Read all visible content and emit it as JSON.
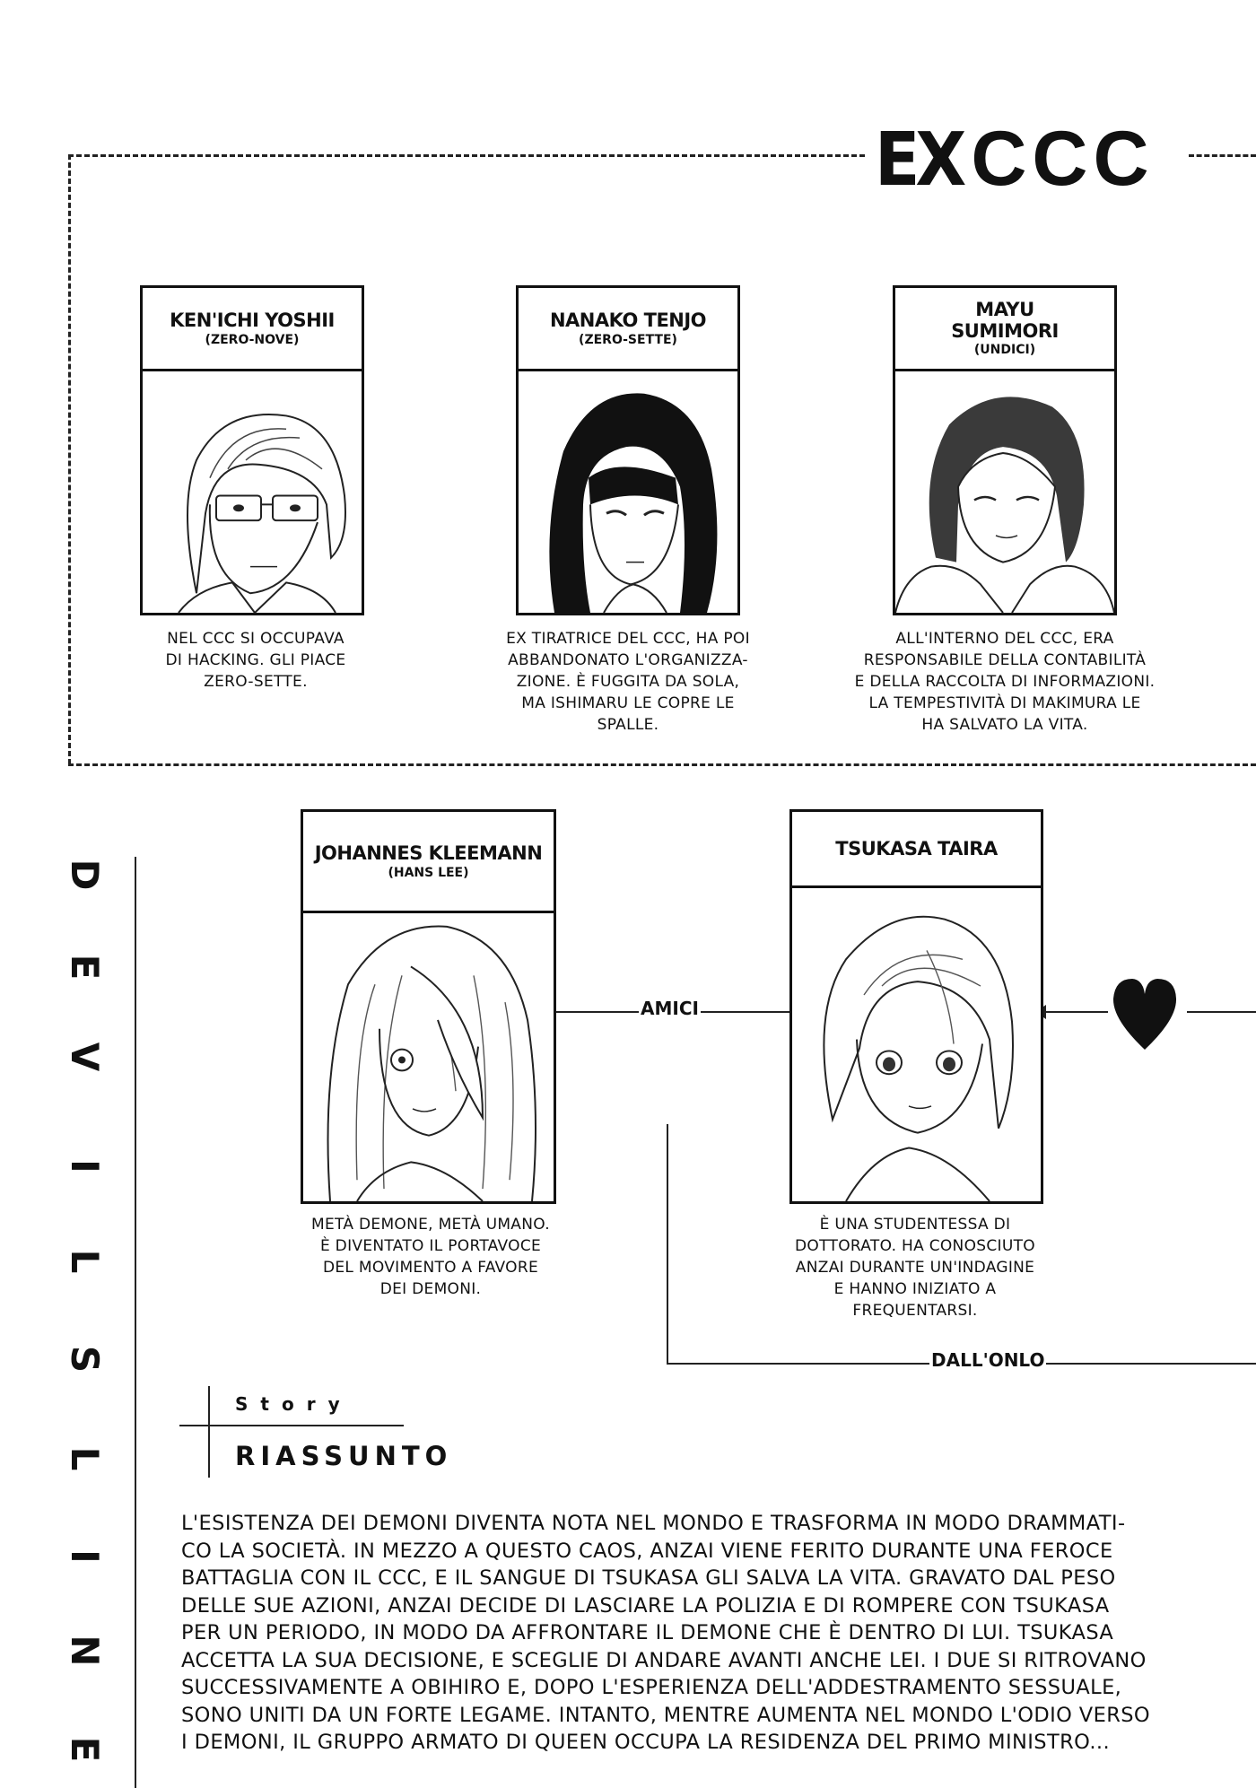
{
  "section": {
    "ex": "EX",
    "ccc": "CCC"
  },
  "cards": [
    {
      "name": "KEN'ICHI YOSHII",
      "alias": "(ZERO-NOVE)",
      "desc": "NEL CCC SI OCCUPAVA\nDI HACKING. GLI PIACE\nZERO-SETTE."
    },
    {
      "name": "NANAKO TENJO",
      "alias": "(ZERO-SETTE)",
      "desc": "EX TIRATRICE DEL CCC, HA POI\nABBANDONATO L'ORGANIZZA-\nZIONE. È FUGGITA DA SOLA,\nMA ISHIMARU LE COPRE LE\nSPALLE."
    },
    {
      "name": "MAYU\nSUMIMORI",
      "alias": "(UNDICI)",
      "desc": "ALL'INTERNO DEL CCC, ERA\nRESPONSABILE DELLA CONTABILITÀ\nE DELLA RACCOLTA DI INFORMAZIONI.\nLA TEMPESTIVITÀ DI MAKIMURA LE\nHA SALVATO LA VITA."
    },
    {
      "name": "JOHANNES KLEEMANN",
      "alias": "(HANS LEE)",
      "desc": "METÀ DEMONE, METÀ UMANO.\nÈ DIVENTATO IL PORTAVOCE\nDEL MOVIMENTO A FAVORE\nDEI DEMONI."
    },
    {
      "name": "TSUKASA TAIRA",
      "alias": "",
      "desc": "È UNA STUDENTESSA DI\nDOTTORATO. HA CONOSCIUTO\nANZAI DURANTE UN'INDAGINE\nE HANNO INIZIATO A\nFREQUENTARSI."
    }
  ],
  "relations": {
    "amici": "AMICI",
    "dallonlo": "DALL'ONLO"
  },
  "side_title": [
    "D",
    "E",
    "V",
    "I",
    "L",
    "S",
    "L",
    "I",
    "N",
    "E"
  ],
  "story": {
    "small": "Story",
    "title": "RIASSUNTO",
    "text": "L'ESISTENZA DEI DEMONI DIVENTA NOTA NEL MONDO E TRASFORMA IN MODO DRAMMATI-\nCO LA SOCIETÀ. IN MEZZO A QUESTO CAOS, ANZAI VIENE FERITO DURANTE UNA FEROCE\nBATTAGLIA CON IL CCC, E IL SANGUE DI TSUKASA GLI SALVA LA VITA. GRAVATO DAL PESO\nDELLE SUE AZIONI, ANZAI DECIDE DI LASCIARE LA POLIZIA E DI ROMPERE CON TSUKASA\nPER UN PERIODO, IN MODO DA AFFRONTARE IL DEMONE CHE È DENTRO DI LUI. TSUKASA\nACCETTA LA SUA DECISIONE, E SCEGLIE DI ANDARE AVANTI ANCHE LEI. I DUE SI RITROVANO\nSUCCESSIVAMENTE A OBIHIRO E, DOPO L'ESPERIENZA DELL'ADDESTRAMENTO SESSUALE,\nSONO UNITI DA UN FORTE LEGAME. INTANTO, MENTRE AUMENTA NEL MONDO L'ODIO VERSO\nI DEMONI, IL GRUPPO ARMATO DI QUEEN OCCUPA LA RESIDENZA DEL PRIMO MINISTRO..."
  }
}
